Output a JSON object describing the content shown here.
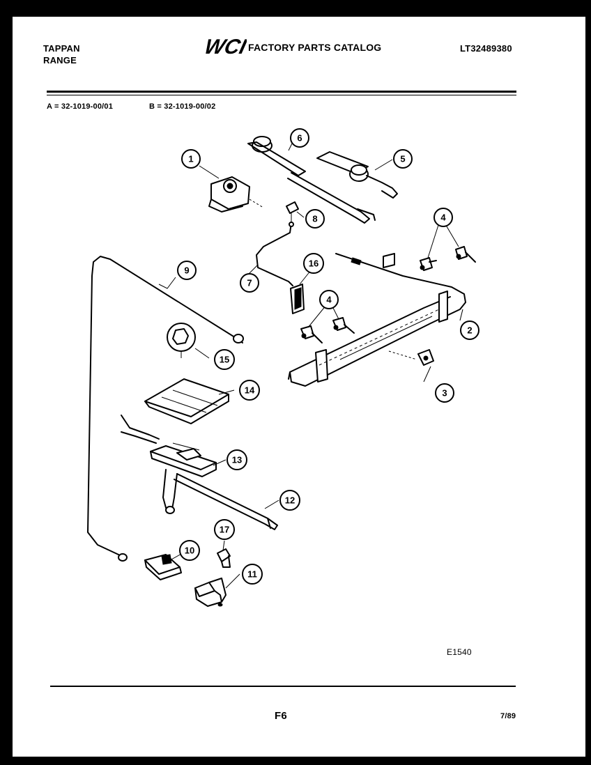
{
  "header": {
    "brand_line1": "TAPPAN",
    "brand_line2": "RANGE",
    "logo_text": "WCI",
    "catalog_title": "FACTORY PARTS CATALOG",
    "model_number": "LT32489380"
  },
  "variants": {
    "a": "A = 32-1019-00/01",
    "b": "B = 32-1019-00/02"
  },
  "callouts": [
    "1",
    "2",
    "3",
    "4",
    "4",
    "5",
    "6",
    "7",
    "8",
    "9",
    "10",
    "11",
    "12",
    "13",
    "14",
    "15",
    "16",
    "17"
  ],
  "footer": {
    "diagram_code": "E1540",
    "page_code": "F6",
    "date_code": "7/89"
  }
}
